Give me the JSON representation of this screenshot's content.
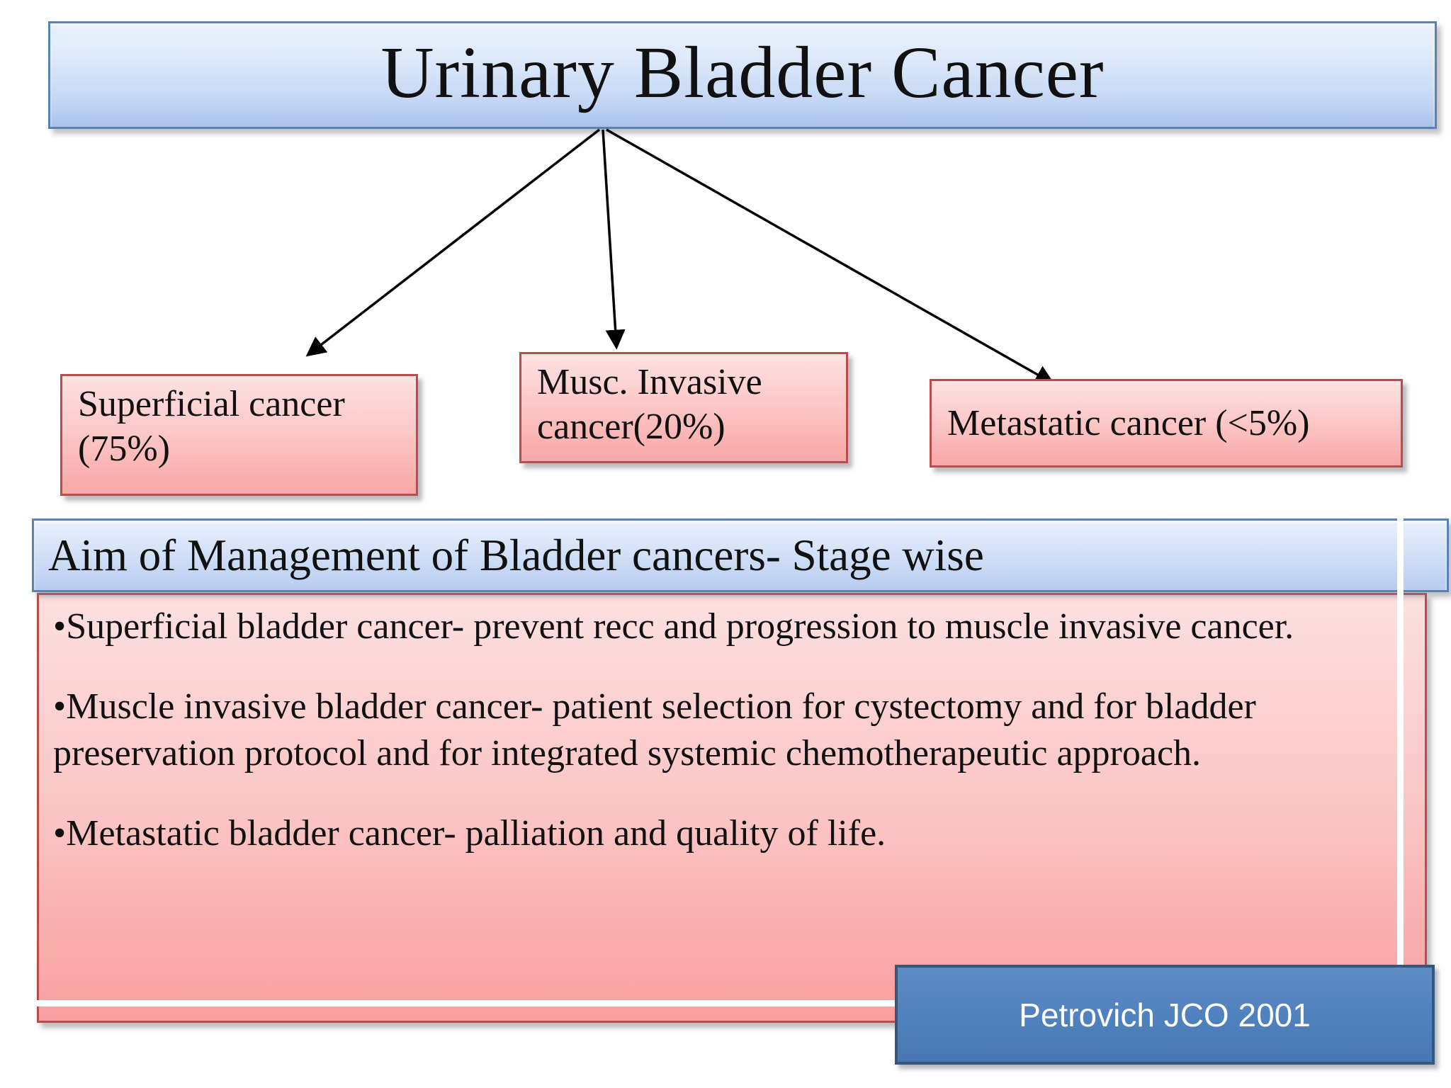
{
  "slide": {
    "title": "Urinary Bladder Cancer",
    "branches": [
      {
        "label": "Superficial cancer (75%)"
      },
      {
        "label": "Musc. Invasive cancer(20%)"
      },
      {
        "label": "Metastatic cancer (<5%)"
      }
    ],
    "management": {
      "heading": "Aim of Management of Bladder cancers- Stage wise",
      "bullet_char": "•",
      "bullets": [
        "Superficial bladder cancer- prevent recc and progression to muscle invasive cancer.",
        "Muscle invasive bladder cancer- patient selection for cystectomy and for bladder preservation protocol and for integrated systemic chemotherapeutic approach.",
        "Metastatic bladder cancer- palliation and quality of life."
      ]
    },
    "citation": "Petrovich JCO 2001",
    "colors": {
      "header_fill_top": "#e9f0fc",
      "header_fill_bottom": "#aac3ec",
      "header_border": "#5b82b4",
      "pink_fill_top": "#fce0e0",
      "pink_fill_bottom": "#f99e9e",
      "pink_border": "#b94c4c",
      "citation_fill": "#4f81bd",
      "citation_border": "#35577d",
      "arrow_color": "#000000",
      "text_color": "#111111"
    }
  }
}
